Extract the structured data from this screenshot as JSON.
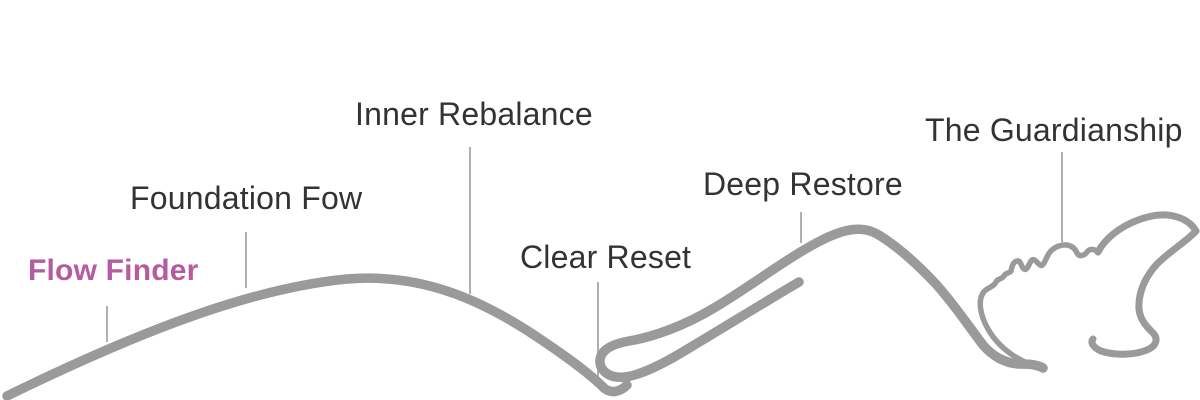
{
  "colors": {
    "background": "#ffffff",
    "accent": "#b55ba2",
    "label_text": "#333333",
    "line_gray": "#9a9a9a",
    "tick_gray": "#b0b0b0"
  },
  "illustration": "sleeping-woman-line-art",
  "stages": [
    {
      "label": "Flow Finder",
      "emphasized": true
    },
    {
      "label": "Foundation Fow",
      "emphasized": false
    },
    {
      "label": "Inner Rebalance",
      "emphasized": false
    },
    {
      "label": "Clear Reset",
      "emphasized": false
    },
    {
      "label": "Deep Restore",
      "emphasized": false
    },
    {
      "label": "The Guardianship",
      "emphasized": false
    }
  ]
}
